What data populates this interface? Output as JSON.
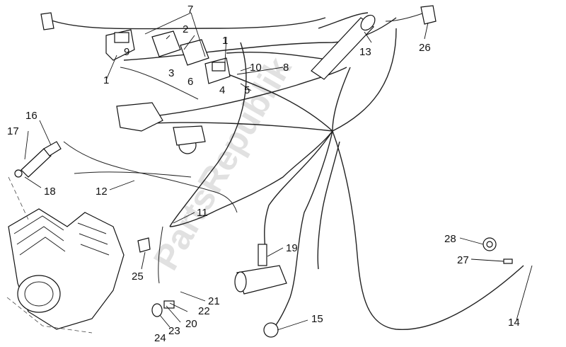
{
  "diagram": {
    "watermark": "PartsRepublik",
    "callouts": [
      "1",
      "1",
      "2",
      "3",
      "4",
      "5",
      "6",
      "7",
      "8",
      "9",
      "10",
      "11",
      "12",
      "13",
      "14",
      "15",
      "16",
      "17",
      "18",
      "19",
      "20",
      "21",
      "22",
      "23",
      "24",
      "25",
      "26",
      "27",
      "28"
    ]
  }
}
